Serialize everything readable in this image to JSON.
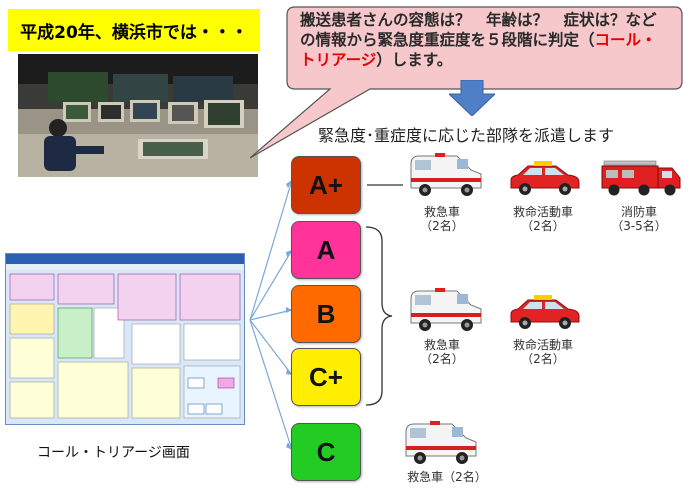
{
  "headline": "平成20年、横浜市では・・・",
  "bubble": {
    "text_before": "搬送患者さんの容態は？　年齢は？　症状は？などの情報から緊急度重症度を５段階に判定（",
    "highlight": "コール・トリアージ",
    "text_after": "）します。"
  },
  "dispatch_heading": "緊急度･重症度に応じた部隊を派遣します",
  "levels": [
    {
      "label": "A+",
      "color": "#cc3300"
    },
    {
      "label": "A",
      "color": "#ff3399"
    },
    {
      "label": "B",
      "color": "#ff6a00"
    },
    {
      "label": "C+",
      "color": "#ffee00"
    },
    {
      "label": "C",
      "color": "#22cc22"
    }
  ],
  "units": {
    "aplus": [
      {
        "name": "救急車",
        "crew": "（2名）"
      },
      {
        "name": "救命活動車",
        "crew": "（2名）"
      },
      {
        "name": "消防車",
        "crew": "（3-5名）"
      }
    ],
    "ab": [
      {
        "name": "救急車",
        "crew": "（2名）"
      },
      {
        "name": "救命活動車",
        "crew": "（2名）"
      }
    ],
    "c": [
      {
        "name": "救急車（2名）"
      }
    ]
  },
  "screen_caption": "コール・トリアージ画面",
  "icons": [
    "ambulance-icon",
    "command-car-icon",
    "fire-truck-icon"
  ],
  "colors": {
    "bubble_fill": "#f6c7cb",
    "arrow": "#4f7fc7",
    "highlight": "#e60000"
  }
}
